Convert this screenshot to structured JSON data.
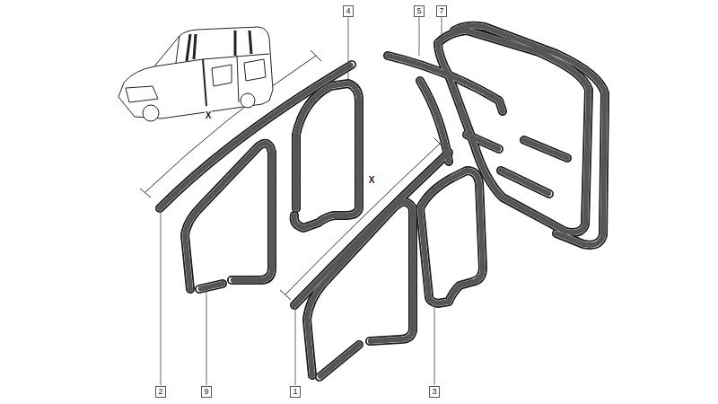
{
  "diagram": {
    "labels": [
      "4",
      "5",
      "7",
      "X",
      "X",
      "2",
      "9",
      "1",
      "3"
    ]
  }
}
